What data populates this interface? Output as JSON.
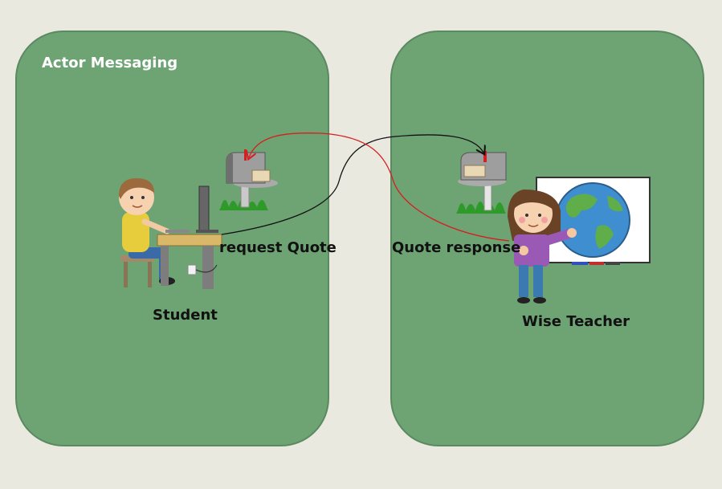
{
  "diagram": {
    "title": "Actor Messaging",
    "actors": {
      "student": {
        "label": "Student"
      },
      "teacher": {
        "label": "Wise Teacher"
      }
    },
    "messages": {
      "request": {
        "label": "request Quote"
      },
      "response": {
        "label": "Quote response"
      }
    },
    "colors": {
      "background": "#eae9df",
      "panel": "#6ea374",
      "request_arrow": "#111111",
      "response_arrow": "#d42020"
    }
  }
}
